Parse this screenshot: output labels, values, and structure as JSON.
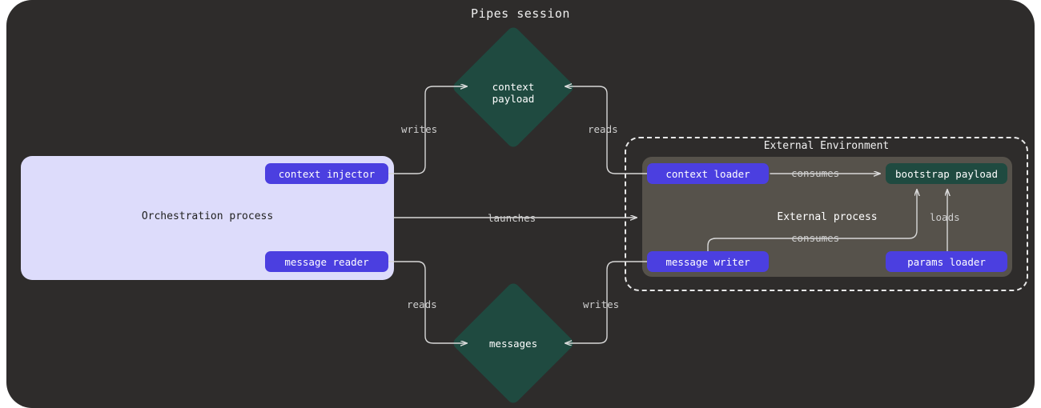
{
  "title": "Pipes session",
  "colors": {
    "canvas_bg": "#2e2c2b",
    "orchestration_bg": "#dddcfb",
    "node_purple": "#4b3fe0",
    "node_green": "#1f4a40",
    "external_process_bg": "#56524b",
    "edge_stroke": "#d8d8d8",
    "text_light": "#ffffff",
    "text_dark": "#222222"
  },
  "groups": {
    "orchestration": {
      "label": "Orchestration process",
      "nodes": [
        {
          "id": "context-injector",
          "label": "context injector",
          "kind": "purple"
        },
        {
          "id": "message-reader",
          "label": "message reader",
          "kind": "purple"
        }
      ]
    },
    "external_environment": {
      "label": "External Environment",
      "border": "dashed",
      "process": {
        "label": "External process",
        "nodes": [
          {
            "id": "context-loader",
            "label": "context loader",
            "kind": "purple"
          },
          {
            "id": "message-writer",
            "label": "message writer",
            "kind": "purple"
          },
          {
            "id": "params-loader",
            "label": "params loader",
            "kind": "purple"
          },
          {
            "id": "bootstrap-payload",
            "label": "bootstrap payload",
            "kind": "green"
          }
        ]
      }
    }
  },
  "stores": [
    {
      "id": "context-payload",
      "label_line1": "context",
      "label_line2": "payload",
      "shape": "diamond"
    },
    {
      "id": "messages",
      "label_line1": "messages",
      "label_line2": "",
      "shape": "diamond"
    }
  ],
  "edges": [
    {
      "id": "writes-context",
      "label": "writes",
      "from": "context-injector",
      "to": "context-payload"
    },
    {
      "id": "reads-context",
      "label": "reads",
      "from": "context-loader",
      "to": "context-payload"
    },
    {
      "id": "launches",
      "label": "launches",
      "from": "orchestration",
      "to": "external-process"
    },
    {
      "id": "reads-messages",
      "label": "reads",
      "from": "message-reader",
      "to": "messages"
    },
    {
      "id": "writes-messages",
      "label": "writes",
      "from": "message-writer",
      "to": "messages"
    },
    {
      "id": "consumes-context-loader",
      "label": "consumes",
      "from": "context-loader",
      "to": "bootstrap-payload"
    },
    {
      "id": "consumes-message-writer",
      "label": "consumes",
      "from": "message-writer",
      "to": "bootstrap-payload"
    },
    {
      "id": "loads-params",
      "label": "loads",
      "from": "params-loader",
      "to": "bootstrap-payload"
    }
  ]
}
